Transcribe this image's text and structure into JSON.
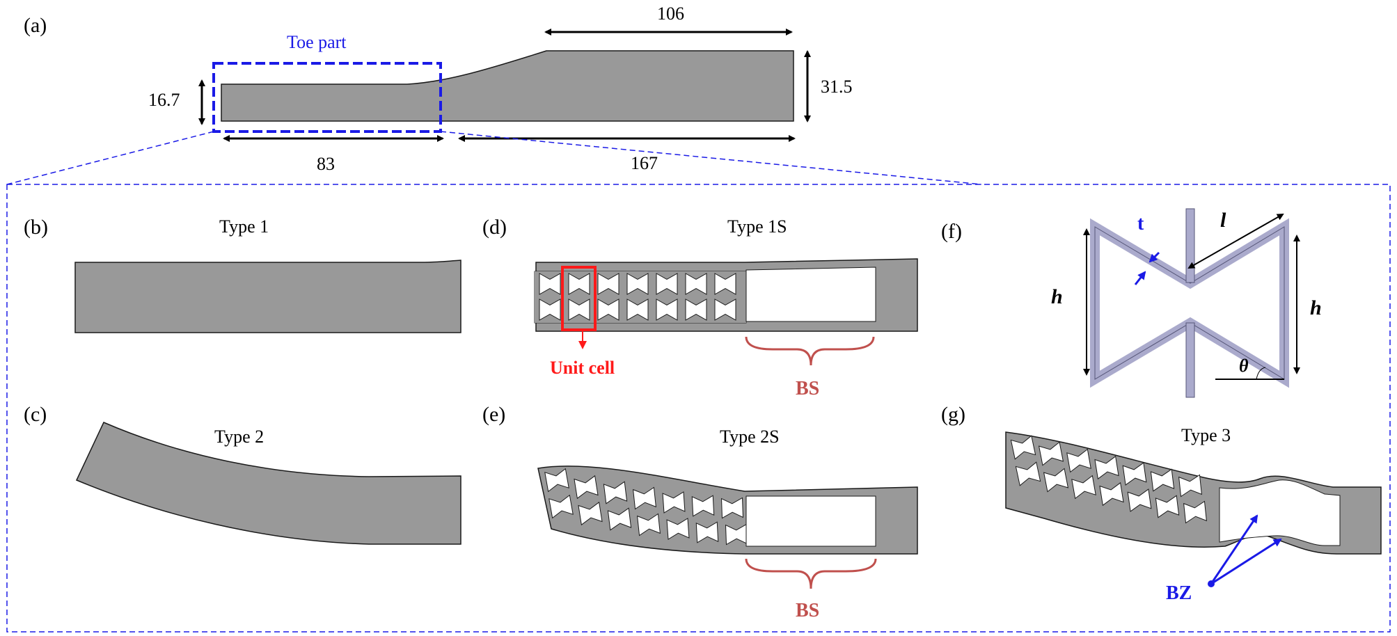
{
  "colors": {
    "shape_fill": "#999999",
    "shape_stroke": "#1a1a1a",
    "highlight_blue": "#1a1ae6",
    "unit_cell_red": "#ff1a1a",
    "bracket_red": "#c0504d",
    "cell_fill": "#aaaacc"
  },
  "panel_a": {
    "label": "(a)",
    "toe_part": "Toe part",
    "dim_height_left": "16.7",
    "dim_height_right": "31.5",
    "dim_top": "106",
    "dim_bottom_left": "83",
    "dim_bottom_right": "167"
  },
  "panel_b": {
    "label": "(b)",
    "title": "Type 1"
  },
  "panel_c": {
    "label": "(c)",
    "title": "Type 2"
  },
  "panel_d": {
    "label": "(d)",
    "title": "Type 1S",
    "unit_cell": "Unit cell",
    "bs": "BS"
  },
  "panel_e": {
    "label": "(e)",
    "title": "Type 2S",
    "bs": "BS"
  },
  "panel_f": {
    "label": "(f)",
    "t": "t",
    "l": "l",
    "h_left": "h",
    "h_right": "h",
    "theta": "θ"
  },
  "panel_g": {
    "label": "(g)",
    "title": "Type 3",
    "bz": "BZ"
  }
}
